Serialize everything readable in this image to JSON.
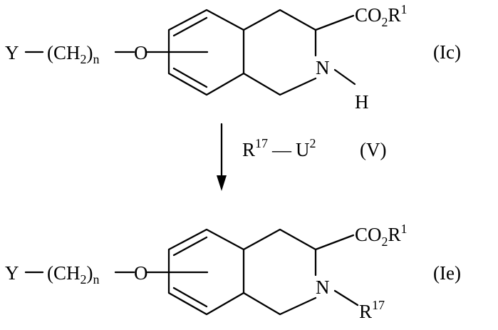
{
  "starting_material": {
    "label": "(Ic)",
    "substituent": {
      "y": "Y",
      "dash": "—",
      "chain": "(CH",
      "chain_sub": "2",
      "chain_close": ")",
      "n": "n",
      "link_dash": "—",
      "oxygen": "O"
    },
    "ester": {
      "co": "CO",
      "co_sub": "2",
      "r": "R",
      "r_sup": "1"
    },
    "nitrogen": "N",
    "hydrogen": "H"
  },
  "reagent": {
    "r": "R",
    "r_sup": "17",
    "dash": "—",
    "u": "U",
    "u_sup": "2",
    "label": "(V)"
  },
  "product": {
    "label": "(Ie)",
    "substituent": {
      "y": "Y",
      "dash": "—",
      "chain": "(CH",
      "chain_sub": "2",
      "chain_close": ")",
      "n": "n",
      "link_dash": "—",
      "oxygen": "O"
    },
    "ester": {
      "co": "CO",
      "co_sub": "2",
      "r": "R",
      "r_sup": "1"
    },
    "nitrogen": "N",
    "n_substituent": {
      "r": "R",
      "r_sup": "17"
    }
  }
}
